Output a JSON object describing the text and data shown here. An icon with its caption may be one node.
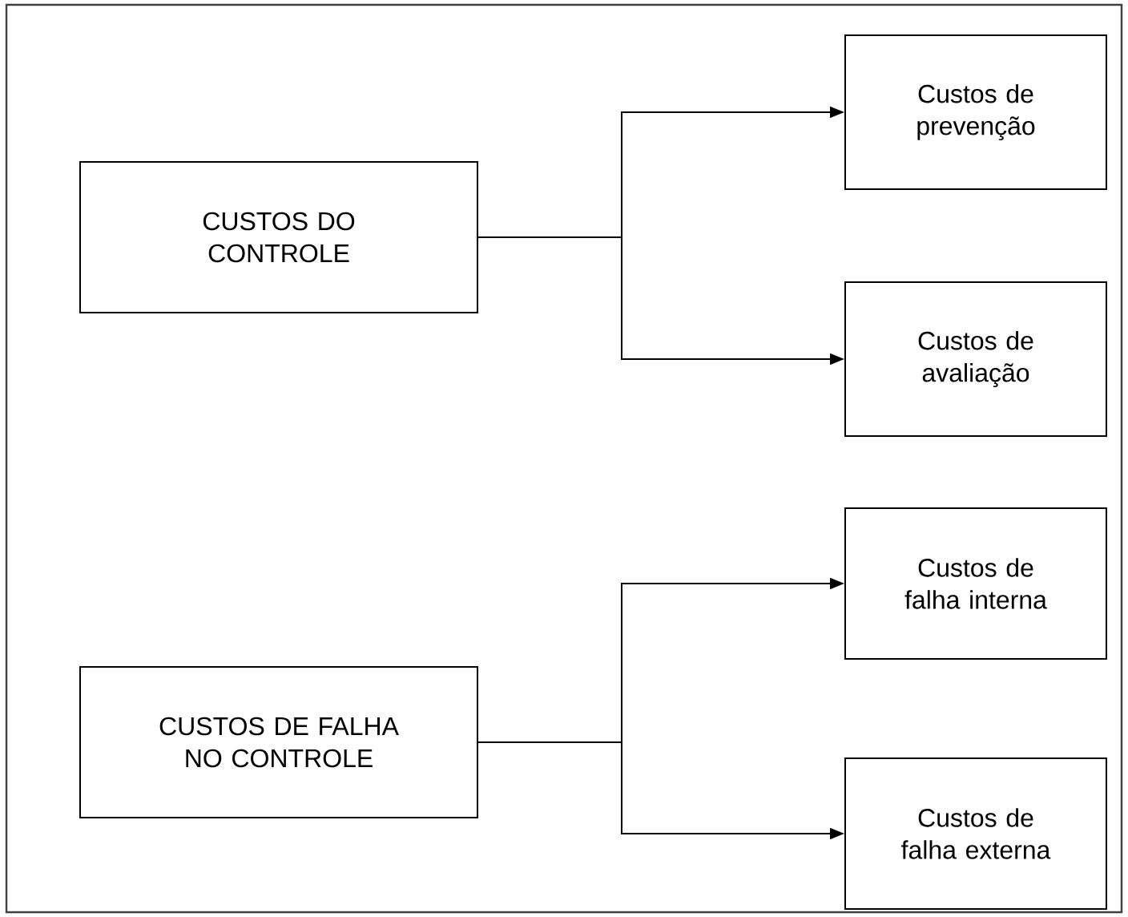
{
  "diagram": {
    "nodes": [
      {
        "text": [
          "CUSTOS DO CONTROLE"
        ]
      },
      {
        "text": [
          "Custos de prevenção"
        ]
      },
      {
        "text": [
          "Custos de avaliação"
        ]
      },
      {
        "text": [
          "CUSTOS DE FALHA NO CONTROLE"
        ]
      },
      {
        "text": [
          "Custos de falha interna"
        ]
      },
      {
        "text": [
          "Custos de falha externa"
        ]
      }
    ],
    "edges": [
      {
        "from": 0,
        "to": 1,
        "arrow": "to"
      },
      {
        "from": 0,
        "to": 2,
        "arrow": "to"
      },
      {
        "from": 3,
        "to": 4,
        "arrow": "to"
      },
      {
        "from": 3,
        "to": 5,
        "arrow": "to"
      }
    ]
  }
}
